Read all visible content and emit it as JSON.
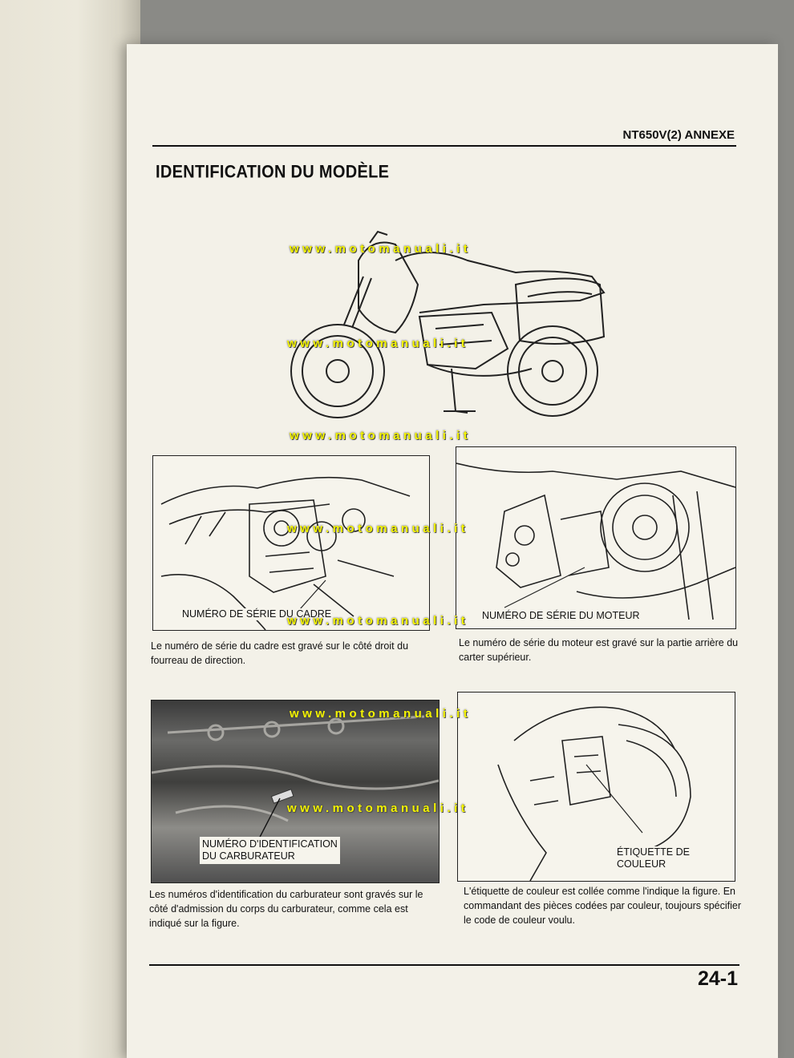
{
  "header": {
    "code": "NT650V(2) ANNEXE"
  },
  "title": "IDENTIFICATION DU MODÈLE",
  "watermark": "www.motomanuali.it",
  "figures": {
    "frame_serial": {
      "label": "NUMÉRO DE SÉRIE DU CADRE",
      "caption": "Le numéro de série du cadre est gravé sur le côté droit du fourreau de direction."
    },
    "engine_serial": {
      "label": "NUMÉRO DE SÉRIE DU MOTEUR",
      "caption": "Le numéro de série du moteur est gravé sur la partie arrière du carter supérieur."
    },
    "carb_id": {
      "label_line1": "NUMÉRO D'IDENTIFICATION",
      "label_line2": "DU CARBURATEUR",
      "caption": "Les numéros d'identification du carburateur sont gravés sur le côté d'admission du corps du carburateur, comme cela est indiqué sur la figure."
    },
    "color_label": {
      "label": "ÉTIQUETTE DE COULEUR",
      "caption": "L'étiquette de couleur est collée comme l'indique la figure. En commandant des pièces codées par couleur, toujours spécifier le code de couleur voulu."
    }
  },
  "footer": {
    "page_number": "24-1"
  },
  "icons": [
    "motorcycle-illustration",
    "steering-head-illustration",
    "engine-case-illustration",
    "carburetor-photo",
    "seat-area-illustration"
  ]
}
